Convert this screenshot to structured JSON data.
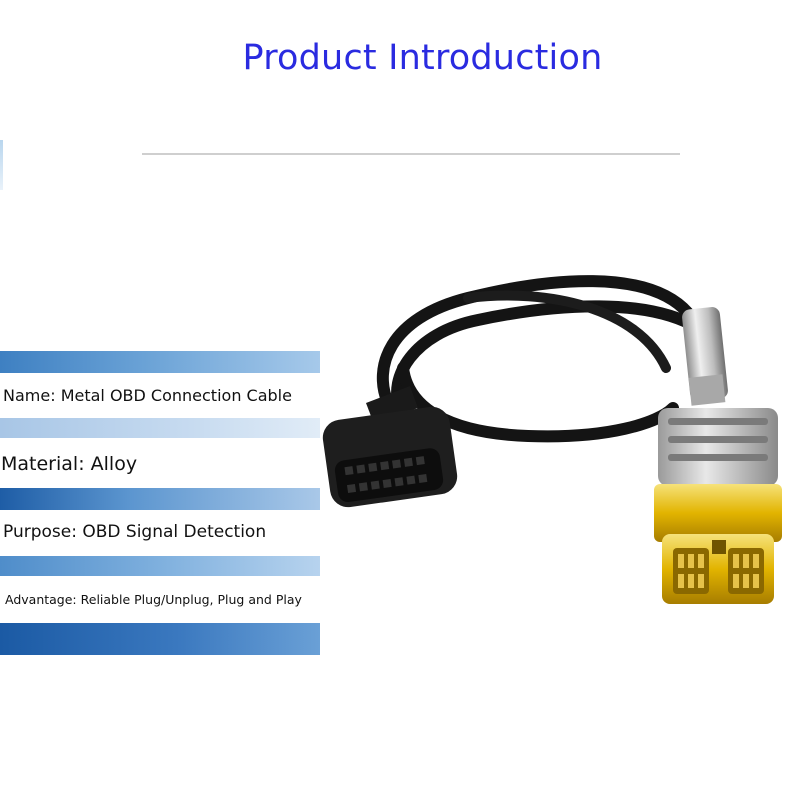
{
  "title": "Product Introduction",
  "specs": [
    {
      "key": "Name:",
      "value": "Metal OBD Connection Cable"
    },
    {
      "key": "Material:",
      "value": "Alloy"
    },
    {
      "key": "Purpose:",
      "value": "OBD Signal Detection"
    },
    {
      "key": "Advantage:",
      "value": "Reliable Plug/Unplug, Plug and Play"
    }
  ],
  "colors": {
    "title": "#2a2be0",
    "bar_dark": "#1b5aa4",
    "bar_light": "#a6c9ea",
    "cable": "#111111",
    "connector_gold": "#e0b300"
  },
  "image": {
    "subject": "obd-cable-product-photo"
  }
}
